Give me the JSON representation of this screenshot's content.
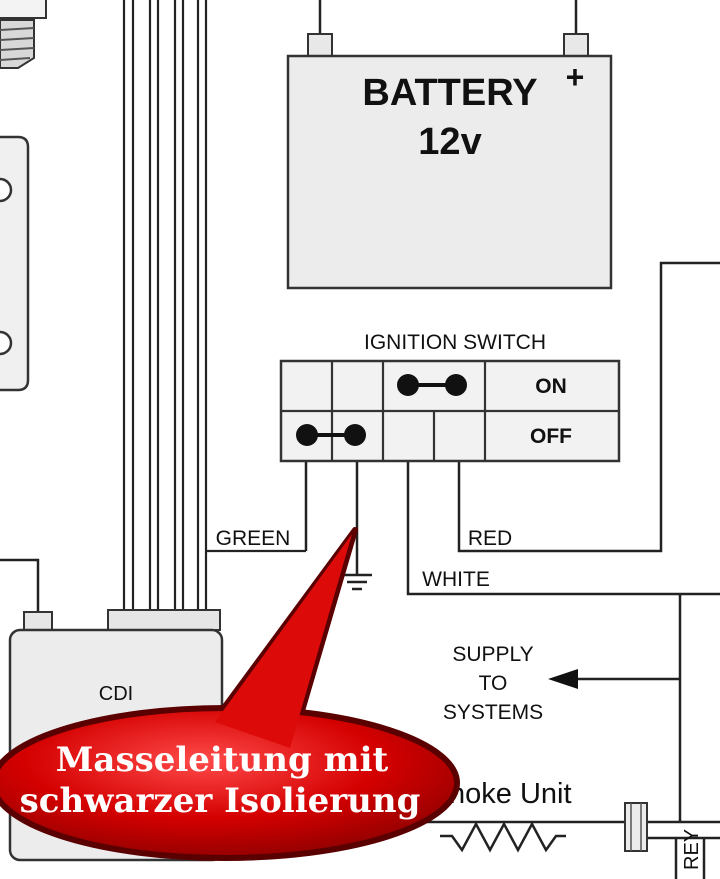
{
  "battery": {
    "name": "BATTERY",
    "voltage": "12v",
    "positive_symbol": "+"
  },
  "ignition_switch": {
    "title": "IGNITION SWITCH",
    "on_label": "ON",
    "off_label": "OFF"
  },
  "wires": {
    "green": "GREEN",
    "red": "RED",
    "white": "WHITE"
  },
  "supply": {
    "line1": "SUPPLY",
    "line2": "TO",
    "line3": "SYSTEMS"
  },
  "cdi": {
    "label": "CDI"
  },
  "choke": {
    "label": "hoke Unit"
  },
  "grey_label": "REY",
  "callout": {
    "line1": "Masseleitung mit",
    "line2": "schwarzer Isolierung",
    "fill_color": "#cc0000",
    "border_color": "#5a0000"
  }
}
